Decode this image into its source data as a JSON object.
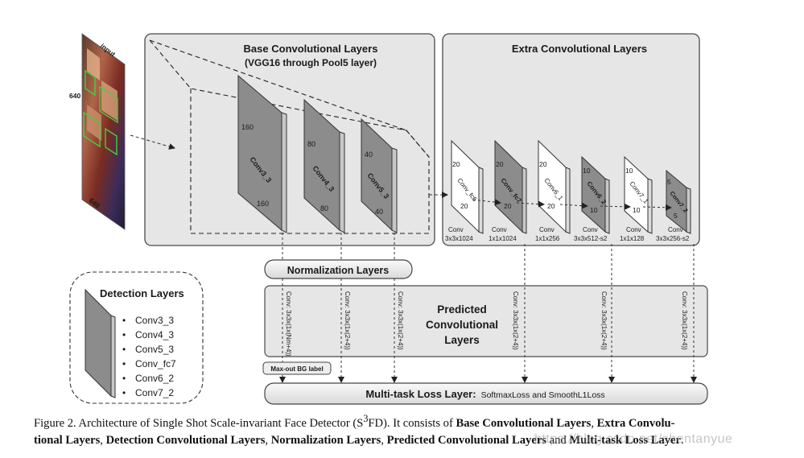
{
  "input": {
    "label": "input",
    "dim_h": "640",
    "dim_w": "640"
  },
  "base": {
    "title": "Base Convolutional Layers",
    "subtitle": "(VGG16 through Pool5 layer)",
    "layers": [
      {
        "name": "Conv3_3",
        "top": "160",
        "bottom": "160"
      },
      {
        "name": "Conv4_3",
        "top": "80",
        "bottom": "80"
      },
      {
        "name": "Conv5_3",
        "top": "40",
        "bottom": "40"
      }
    ]
  },
  "extra": {
    "title": "Extra Convolutional Layers",
    "layers": [
      {
        "name": "Conv_fc6",
        "top": "20",
        "bottom": "20",
        "kernel": "3x3x1024",
        "kind": "Conv"
      },
      {
        "name": "Conv_fc7",
        "top": "20",
        "bottom": "20",
        "kernel": "1x1x1024",
        "kind": "Conv"
      },
      {
        "name": "Conv6_1",
        "top": "20",
        "bottom": "20",
        "kernel": "1x1x256",
        "kind": "Conv"
      },
      {
        "name": "Conv6_2",
        "top": "10",
        "bottom": "10",
        "kernel": "3x3x512-s2",
        "kind": "Conv"
      },
      {
        "name": "Conv7_1",
        "top": "10",
        "bottom": "10",
        "kernel": "1x1x128",
        "kind": "Conv"
      },
      {
        "name": "Conv7_2",
        "top": "5",
        "bottom": "5",
        "kernel": "3x3x256-s2",
        "kind": "Conv"
      }
    ]
  },
  "normalization": {
    "label": "Normalization Layers"
  },
  "predicted": {
    "title_lines": [
      "Predicted",
      "Convolutional",
      "Layers"
    ],
    "convs": [
      "Conv: 3x3x(1x(Nm+4))",
      "Conv: 3x3x(1x(2+4))",
      "Conv: 3x3x(1x(2+4))",
      "Conv: 3x3x(1x(2+4))",
      "Conv: 3x3x(1x(2+4))",
      "Conv: 3x3x(1x(2+4))"
    ]
  },
  "maxout": {
    "label": "Max-out BG label"
  },
  "loss": {
    "label": "Multi-task Loss Layer:",
    "detail": "SoftmaxLoss and SmoothL1Loss"
  },
  "detection": {
    "title": "Detection  Layers",
    "items": [
      "Conv3_3",
      "Conv4_3",
      "Conv5_3",
      "Conv_fc7",
      "Conv6_2",
      "Conv7_2"
    ]
  },
  "caption": {
    "prefix": "Figure 2. Architecture of Single Shot Scale-invariant Face Detector (S",
    "sup": "3",
    "after_sup": "FD). It consists of ",
    "b1": "Base Convolutional Layers",
    "s1": ", ",
    "b2": "Extra Convolu-",
    "b2b": "tional Layers",
    "s2": ", ",
    "b3": "Detection Convolutional Layers",
    "s3": ", ",
    "b4": "Normalization Layers",
    "s4": ", ",
    "b5": "Predicted Convolutional Layers",
    "s5": " and ",
    "b6": "Multi-task Loss Layer",
    "s6": "."
  },
  "watermark": "https://blog.csdn.net/shentanyue",
  "colors": {
    "panel": "#e6e6e6",
    "dark_layer": "#8c8c8c",
    "light_layer": "#ffffff",
    "face_box": "#3fd13f",
    "pill": "#ededed"
  }
}
